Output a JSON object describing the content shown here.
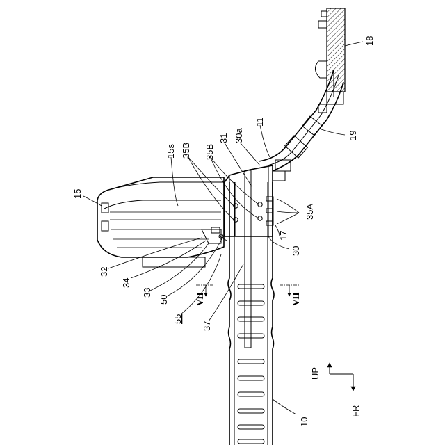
{
  "labels": {
    "n18": "18",
    "n19": "19",
    "n11": "11",
    "n30a": "30a",
    "n31": "31",
    "n35B_1": "35B",
    "n35B_2": "35B",
    "n15s": "15s",
    "n15": "15",
    "n35A": "35A",
    "n17": "17",
    "n30": "30",
    "n32": "32",
    "n34": "34",
    "n33": "33",
    "n50": "50",
    "n55": "55",
    "n37": "37",
    "n10": "10"
  },
  "section": {
    "left": "VII",
    "right": "VII"
  },
  "orientation": {
    "up": "UP",
    "fr": "FR"
  }
}
